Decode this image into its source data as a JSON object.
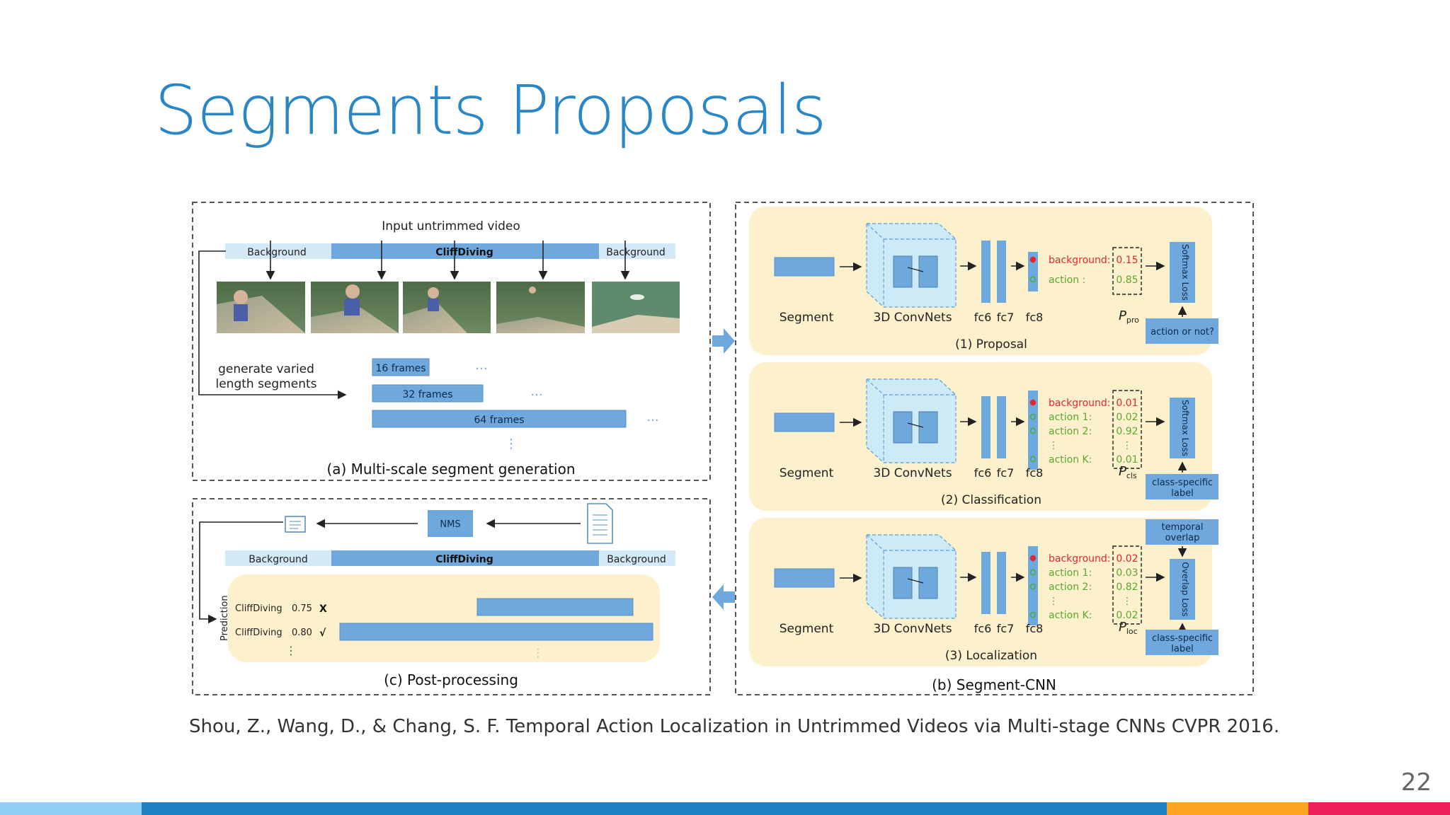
{
  "slide": {
    "title": "Segments Proposals",
    "citation": "Shou, Z., Wang, D., & Chang, S. F. Temporal Action Localization in Untrimmed Videos via Multi-stage CNNs CVPR 2016.",
    "page_number": "22"
  },
  "colors": {
    "title": "#2b86c5",
    "box_blue": "#6fa8dc",
    "panel_yellow": "#fcf1cc",
    "red_text": "#e0282e",
    "green_text": "#5aa832",
    "footer": [
      "#8fd0f8",
      "#1f7fc3",
      "#fba521",
      "#ec1f5a"
    ]
  },
  "figure": {
    "panel_a": {
      "caption": "(a) Multi-scale segment generation",
      "input_label": "Input untrimmed video",
      "timeline": [
        "Background",
        "CliffDiving",
        "Background"
      ],
      "generate_label": [
        "generate varied",
        "length segments"
      ],
      "segments": [
        "16 frames",
        "32 frames",
        "64 frames"
      ],
      "dots": "...",
      "vdots": "⋮"
    },
    "panel_b": {
      "caption": "(b) Segment-CNN",
      "segment_label": "Segment",
      "convnet_label": "3D ConvNets",
      "fc_labels": [
        "fc6",
        "fc7",
        "fc8"
      ],
      "rows": [
        {
          "caption": "(1) Proposal",
          "classes": [
            "background:",
            "action :"
          ],
          "probs": [
            "0.15",
            "0.85"
          ],
          "p_label": "P",
          "p_sub": "pro",
          "loss": "Softmax Loss",
          "target": [
            "action or not?"
          ]
        },
        {
          "caption": "(2) Classification",
          "classes": [
            "background:",
            "action 1:",
            "action 2:",
            "⋮",
            "action K:"
          ],
          "probs": [
            "0.01",
            "0.02",
            "0.92",
            "⋮",
            "0.01"
          ],
          "p_label": "P",
          "p_sub": "cls",
          "loss": "Softmax Loss",
          "target": [
            "class-specific",
            "label"
          ]
        },
        {
          "caption": "(3) Localization",
          "classes": [
            "background:",
            "action 1:",
            "action 2:",
            "⋮",
            "action K:"
          ],
          "probs": [
            "0.02",
            "0.03",
            "0.82",
            "⋮",
            "0.02"
          ],
          "p_label": "P",
          "p_sub": "loc",
          "loss": "Overlap Loss",
          "target": [
            "class-specific",
            "label"
          ],
          "extra_input": [
            "temporal",
            "overlap"
          ]
        }
      ]
    },
    "panel_c": {
      "caption": "(c) Post-processing",
      "nms": "NMS",
      "timeline": [
        "Background",
        "CliffDiving",
        "Background"
      ],
      "prediction_label": "Prediction",
      "predictions": [
        {
          "label": "CliffDiving",
          "score": "0.75",
          "mark": "X"
        },
        {
          "label": "CliffDiving",
          "score": "0.80",
          "mark": "√"
        }
      ]
    }
  }
}
